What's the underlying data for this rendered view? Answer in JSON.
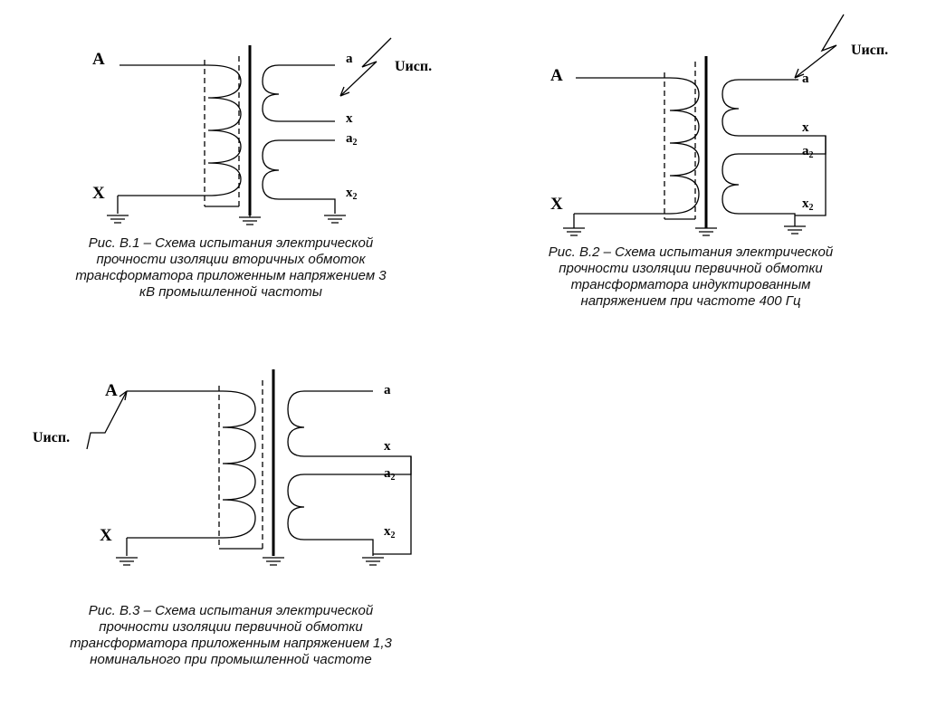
{
  "figures": [
    {
      "terminals": {
        "A": "A",
        "X": "X",
        "a": "a",
        "x": "x",
        "a2": "a",
        "a2_sub": "2",
        "x2": "x",
        "x2_sub": "2"
      },
      "voltage_label": "Uисп.",
      "caption": [
        "Рис. В.1 – Схема испытания электрической",
        "прочности изоляции вторичных обмоток",
        "трансформатора приложенным напряжением 3",
        "кВ промышленной частоты"
      ]
    },
    {
      "terminals": {
        "A": "A",
        "X": "X",
        "a": "a",
        "x": "x",
        "a2": "a",
        "a2_sub": "2",
        "x2": "x",
        "x2_sub": "2"
      },
      "voltage_label": "Uисп.",
      "caption": [
        "Рис. В.2 – Схема испытания электрической",
        "прочности изоляции первичной обмотки",
        "трансформатора индуктированным",
        "напряжением при частоте 400 Гц"
      ]
    },
    {
      "terminals": {
        "A": "A",
        "X": "X",
        "a": "a",
        "x": "x",
        "a2": "a",
        "a2_sub": "2",
        "x2": "x",
        "x2_sub": "2"
      },
      "voltage_label": "Uисп.",
      "caption": [
        "Рис. В.3 – Схема испытания электрической",
        "прочности изоляции первичной обмотки",
        "трансформатора приложенным напряжением 1,3",
        "номинального при промышленной частоте"
      ]
    }
  ]
}
